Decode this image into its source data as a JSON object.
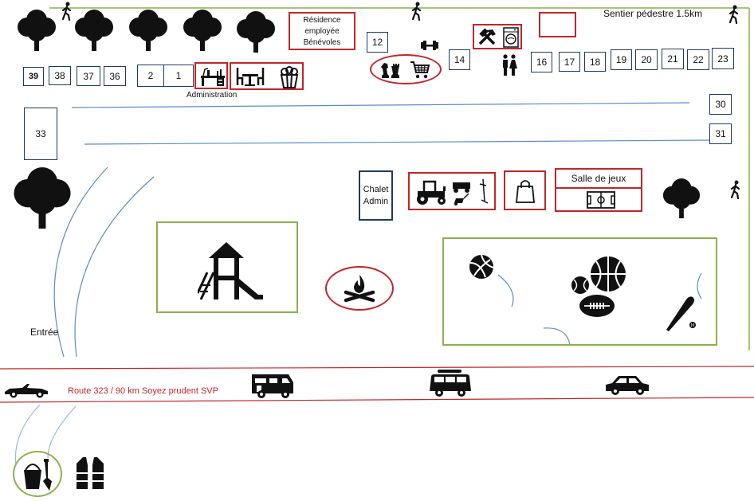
{
  "footpath": {
    "label": "Sentier pédestre 1.5km"
  },
  "residence": {
    "line1": "Résidence",
    "line2": "employée",
    "line3": "Bénévoles"
  },
  "administration": {
    "label": "Administration"
  },
  "chalet_admin": {
    "line1": "Chalet",
    "line2": "Admin"
  },
  "game_room": {
    "label": "Salle de jeux"
  },
  "entrance": {
    "label": "Entrée"
  },
  "road": {
    "label": "Route 323 / 90 km Soyez prudent SVP",
    "color": "#c0262b"
  },
  "sites": {
    "s39": "39",
    "s38": "38",
    "s37": "37",
    "s36": "36",
    "s2": "2",
    "s1": "1",
    "s12": "12",
    "s14": "14",
    "s16": "16",
    "s17": "17",
    "s18": "18",
    "s19": "19",
    "s20": "20",
    "s21": "21",
    "s22": "22",
    "s23": "23",
    "s30": "30",
    "s31": "31",
    "s33": "33"
  },
  "colors": {
    "site_border": "#1f3a5f",
    "facility_border": "#c0262b",
    "green_area": "#8cb050",
    "path_blue": "#5b8cc8"
  },
  "icons": [
    "tree-icon",
    "hiker-icon",
    "dumbbell-icon",
    "chess-icon",
    "shopping-cart-icon",
    "tools-icon",
    "washing-machine-icon",
    "couple-icon",
    "desk-icon",
    "dining-table-icon",
    "popcorn-icon",
    "tractor-icon",
    "mower-icon",
    "shopping-bag-icon",
    "soccer-field-icon",
    "playground-icon",
    "campfire-icon",
    "volleyball-icon",
    "sports-balls-icon",
    "baseball-bat-icon",
    "convertible-car-icon",
    "rv-icon",
    "van-icon",
    "car-icon",
    "sand-bucket-icon",
    "life-jacket-icon"
  ]
}
